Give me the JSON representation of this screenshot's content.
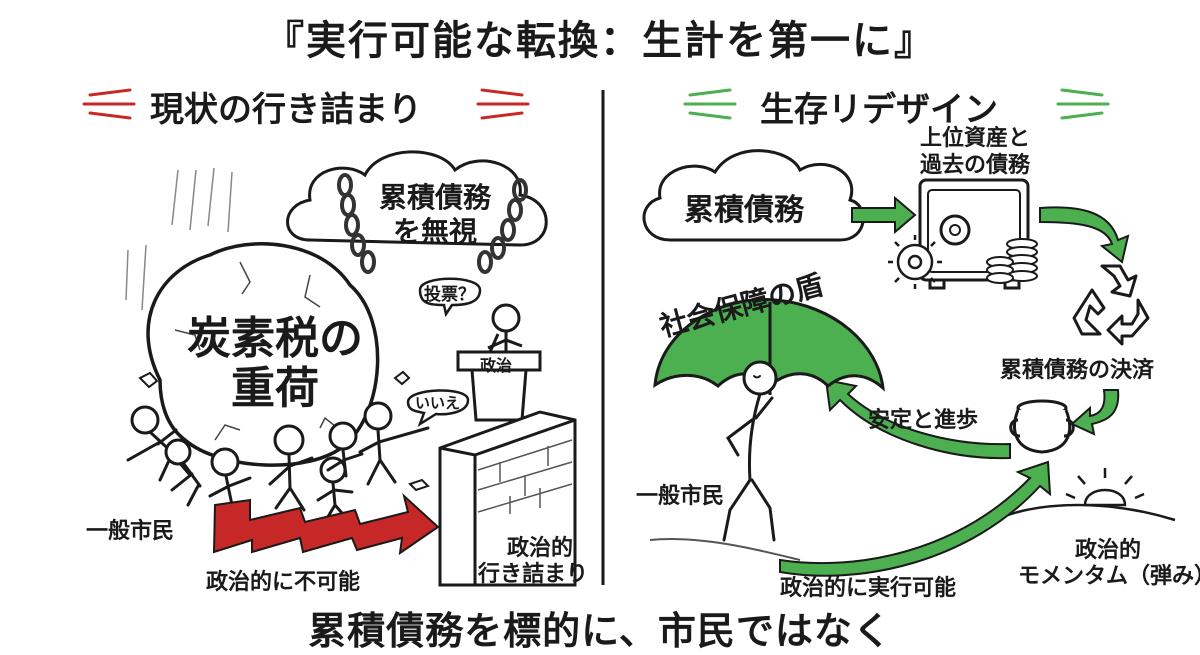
{
  "title": "『実行可能な転換：生計を第一に』",
  "left": {
    "heading": "現状の行き詰まり",
    "cloud_text": [
      "累積債務",
      "を無視"
    ],
    "boulder_text": [
      "炭素税の",
      "重荷"
    ],
    "vote_bubble": "投票？",
    "podium_label": "政治",
    "no_bubble": "いいえ",
    "citizens_label": "一般市民",
    "arrow_label": "政治的に不可能",
    "wall_label": [
      "政治的",
      "行き詰まり"
    ]
  },
  "right": {
    "heading": "生存リデザイン",
    "debt_cloud": "累積債務",
    "assets_label": [
      "上位資産と",
      "過去の債務"
    ],
    "settlement_label": "累積債務の決済",
    "umbrella_label": "社会保障の盾",
    "stability_label": "安定と進歩",
    "citizen_label": "一般市民",
    "momentum_label": [
      "政治的",
      "モメンタム（弾み）"
    ],
    "feasible_label": "政治的に実行可能"
  },
  "footer": "累積債務を標的に、市民ではなく",
  "colors": {
    "accent_red": "#c62828",
    "accent_green": "#4caf50",
    "ink": "#1a1a1a"
  }
}
